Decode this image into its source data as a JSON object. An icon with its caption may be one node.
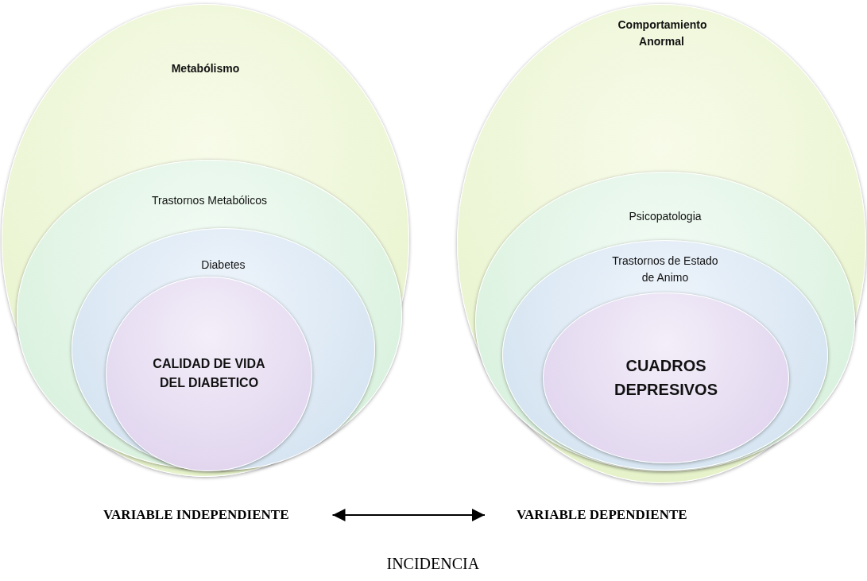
{
  "diagram": {
    "nodes": [
      {
        "text": [
          "Metabólismo"
        ]
      },
      {
        "text": [
          "Trastornos Metabólicos"
        ],
        "in": 0
      },
      {
        "text": [
          "Diabetes"
        ],
        "in": 1
      },
      {
        "text": [
          "CALIDAD DE VIDA DEL DIABETICO"
        ],
        "in": 2
      },
      {
        "text": [
          "Comportamiento Anormal"
        ]
      },
      {
        "text": [
          "Psicopatologia"
        ],
        "in": 4
      },
      {
        "text": [
          "Trastornos de Estado de Animo"
        ],
        "in": 5
      },
      {
        "text": [
          "CUADROS DEPRESIVOS"
        ],
        "in": 6
      },
      {
        "text": [
          "VARIABLE INDEPENDIENTE"
        ]
      },
      {
        "text": [
          "VARIABLE DEPENDIENTE"
        ]
      }
    ],
    "edges": [
      {
        "from": 8,
        "to": 9,
        "arrow": "both"
      }
    ],
    "labels": [
      "INCIDENCIA"
    ]
  }
}
